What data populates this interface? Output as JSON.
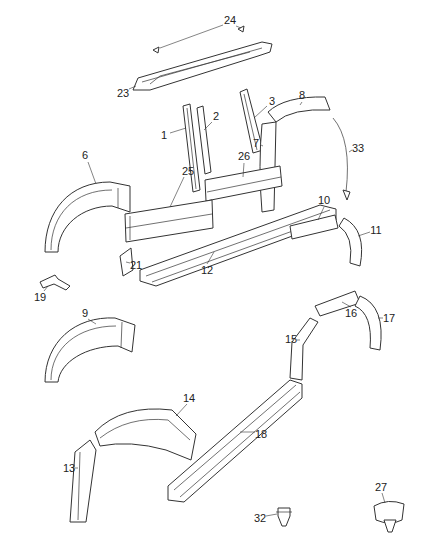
{
  "diagram": {
    "labels": [
      "24",
      "23",
      "1",
      "2",
      "3",
      "8",
      "7",
      "33",
      "26",
      "25",
      "6",
      "10",
      "11",
      "21",
      "12",
      "19",
      "16",
      "15",
      "17",
      "9",
      "14",
      "18",
      "13",
      "32",
      "27"
    ]
  }
}
